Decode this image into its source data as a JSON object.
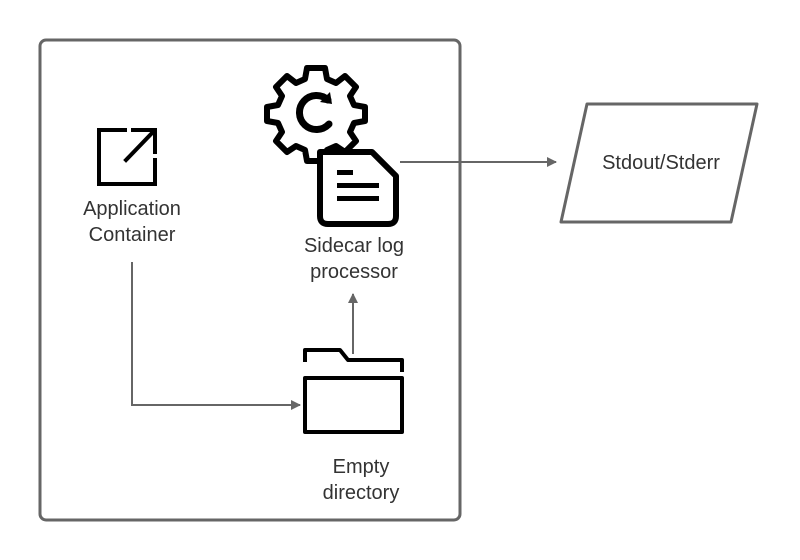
{
  "diagram": {
    "application_container": {
      "line1": "Application",
      "line2": "Container"
    },
    "sidecar": {
      "line1": "Sidecar log",
      "line2": "processor"
    },
    "empty_directory": {
      "line1": "Empty",
      "line2": "directory"
    },
    "output": {
      "label": "Stdout/Stderr"
    }
  },
  "colors": {
    "stroke": "#666666",
    "icon": "#000000",
    "text": "#333333"
  },
  "icons": {
    "application_container": "external-link-icon",
    "sidecar_gear": "gear-icon",
    "sidecar_document": "document-icon",
    "empty_directory": "folder-icon"
  }
}
